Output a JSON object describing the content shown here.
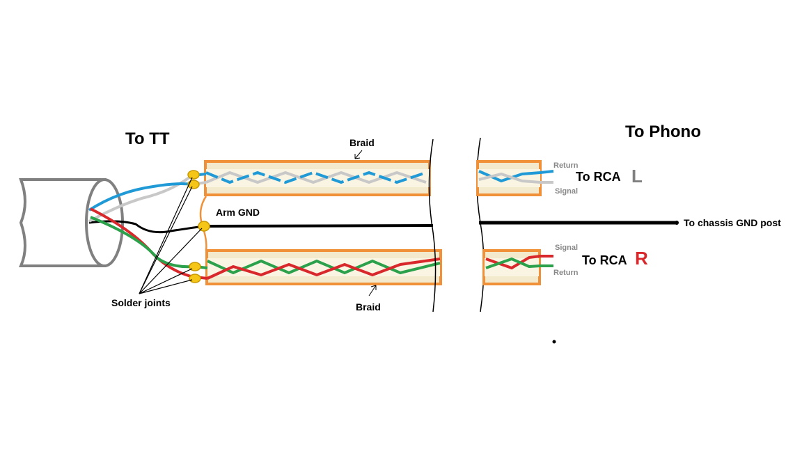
{
  "labels": {
    "to_tt": "To TT",
    "to_phono": "To Phono",
    "braid_top": "Braid",
    "braid_bottom": "Braid",
    "arm_gnd": "Arm GND",
    "solder_joints": "Solder joints",
    "to_chassis": "To chassis GND post",
    "to_rca_l": "To RCA",
    "to_rca_r": "To RCA",
    "letter_l": "L",
    "letter_r": "R",
    "return_top": "Return",
    "signal_top": "Signal",
    "signal_bottom": "Signal",
    "return_bottom": "Return"
  },
  "colors": {
    "shield_outline": "#f0913a",
    "shield_fill": "#f3e9cc",
    "wire_blue": "#1f9ad6",
    "wire_gray": "#c8c8c8",
    "wire_red": "#d8282c",
    "wire_green": "#2aa14a",
    "wire_black": "#000000",
    "joint": "#f5c518",
    "plug_gray": "#808080",
    "letter_l": "#808080",
    "letter_r": "#d8282c"
  }
}
